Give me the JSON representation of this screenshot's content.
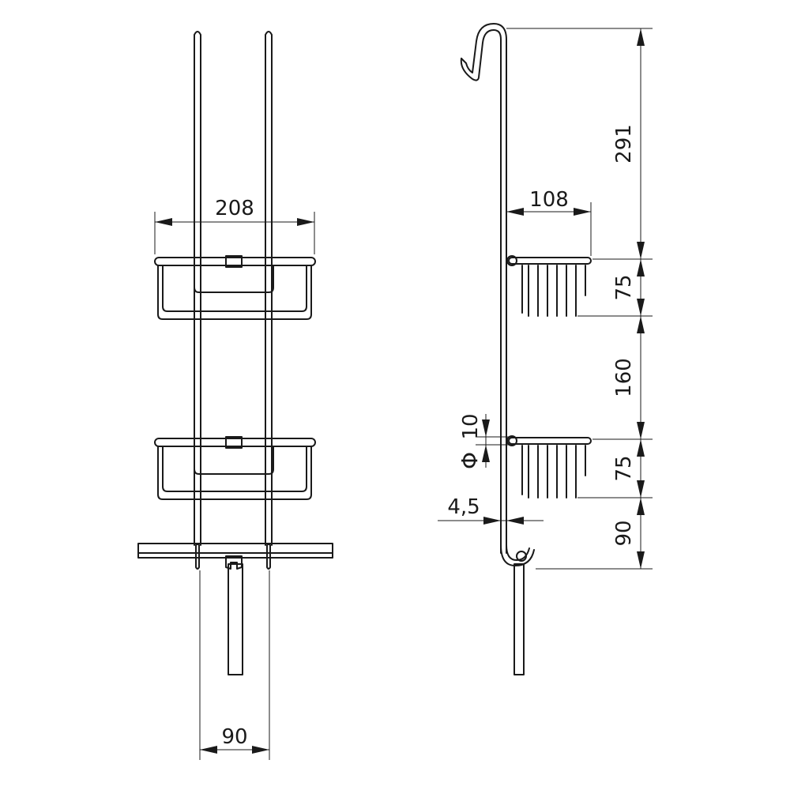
{
  "dimensions": {
    "front_width": "208",
    "front_bottom_width": "90",
    "side_depth": "108",
    "side_top_height": "291",
    "side_basket_height_1": "75",
    "side_spacing": "160",
    "side_basket_height_2": "75",
    "side_bottom_height": "90",
    "tube_diameter": "10",
    "wall_offset": "4,5",
    "diameter_symbol": "Φ"
  }
}
